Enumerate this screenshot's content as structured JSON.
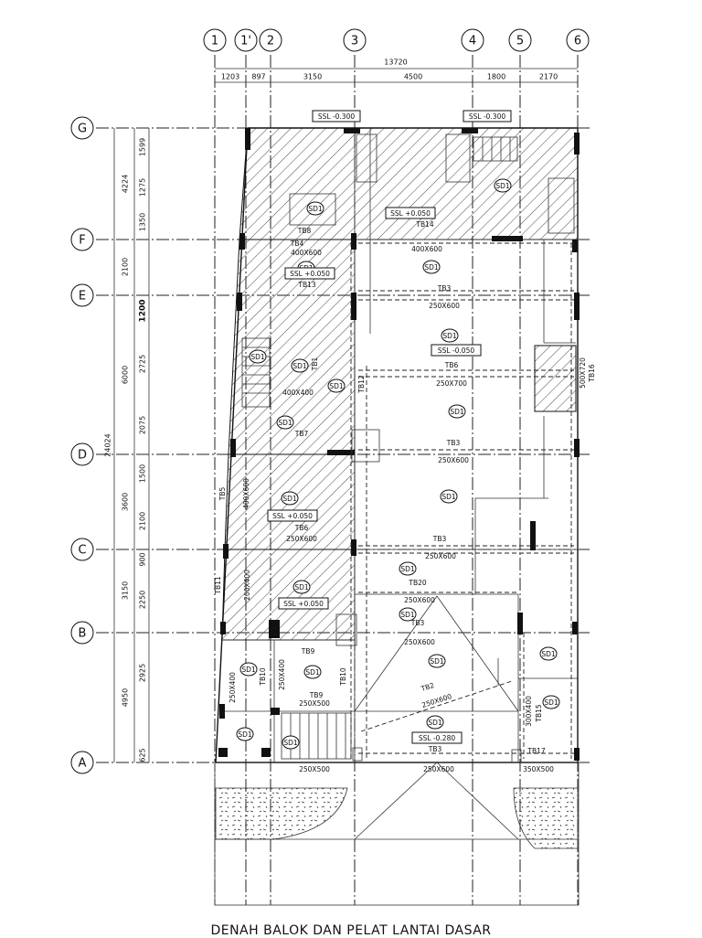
{
  "title": "DENAH BALOK DAN PELAT LANTAI DASAR",
  "grid_columns": [
    "1",
    "1'",
    "2",
    "3",
    "4",
    "5",
    "6"
  ],
  "grid_rows": [
    "G",
    "F",
    "E",
    "D",
    "C",
    "B",
    "A"
  ],
  "overall_width": "13720",
  "column_spacings": [
    "1203",
    "897",
    "3150",
    "4500",
    "1800",
    "2170"
  ],
  "left_dims_outer": [
    "4224",
    "2100",
    "6000",
    "3600",
    "3150",
    "4950"
  ],
  "left_dims_inner": [
    "1599",
    "1275",
    "1350",
    "1200",
    "2725",
    "2075",
    "1500",
    "2100",
    "900",
    "2250",
    "2925",
    "625"
  ],
  "overall_height": "24024",
  "slab_label": "SD1",
  "levels": [
    "SSL -0.300",
    "SSL -0.300",
    "SSL +0.050",
    "SSL +0.050",
    "SSL -0.050",
    "SSL +0.050",
    "SSL +0.050",
    "SSL -0.280"
  ],
  "beam_labels": [
    "TB14",
    "TB8",
    "TB4",
    "TB13",
    "TB3",
    "TB6",
    "TB3",
    "TB3",
    "TB20",
    "TB3",
    "TB2",
    "TB3",
    "TB9",
    "TB9",
    "TB10",
    "TB10",
    "TB5",
    "TB6",
    "TB7",
    "TB11",
    "TB16",
    "TB17",
    "TB15",
    "TB12",
    "TB1"
  ],
  "beam_sizes": [
    "400X600",
    "400X600",
    "250X600",
    "250X700",
    "250X600",
    "250X600",
    "250X600",
    "250X600",
    "250X600",
    "250X500",
    "250X500",
    "250X400",
    "400X400",
    "300X400",
    "350X500",
    "250X600",
    "500X720",
    "400X600",
    "250X600",
    "200X400",
    "250X400"
  ]
}
